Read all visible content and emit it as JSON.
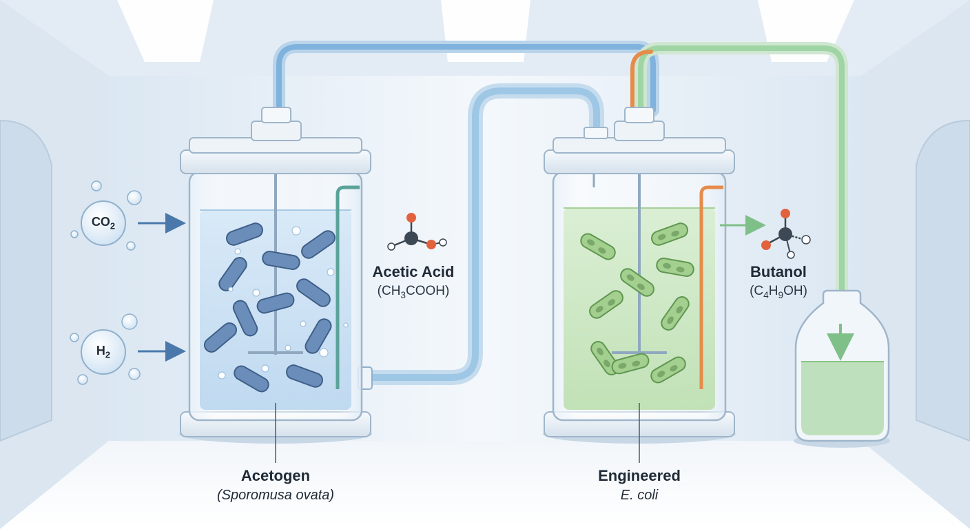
{
  "inputs": {
    "co2": {
      "main": "CO",
      "sub": "2"
    },
    "h2": {
      "main": "H",
      "sub": "2"
    }
  },
  "reactor1": {
    "name": "Acetogen",
    "species": "(Sporomusa ovata)"
  },
  "intermediate": {
    "name": "Acetic Acid",
    "formula": {
      "a": "(CH",
      "s1": "3",
      "b": "COOH)"
    }
  },
  "reactor2": {
    "name": "Engineered",
    "species": "E. coli"
  },
  "product": {
    "name": "Butanol",
    "formula": {
      "a": "(C",
      "s1": "4",
      "b": "H",
      "s2": "9",
      "c": "OH)"
    }
  },
  "colors": {
    "blue_tube": "#7fb2dd",
    "green_tube": "#9fd4a4",
    "orange_tube": "#e58c4b",
    "blue_liquid": "#cfe3f5",
    "green_liquid": "#cfe8c6",
    "acetogen_cell": "#5b7fae",
    "ecoli_cell": "#86b879",
    "arrow": "#4a78ab"
  }
}
